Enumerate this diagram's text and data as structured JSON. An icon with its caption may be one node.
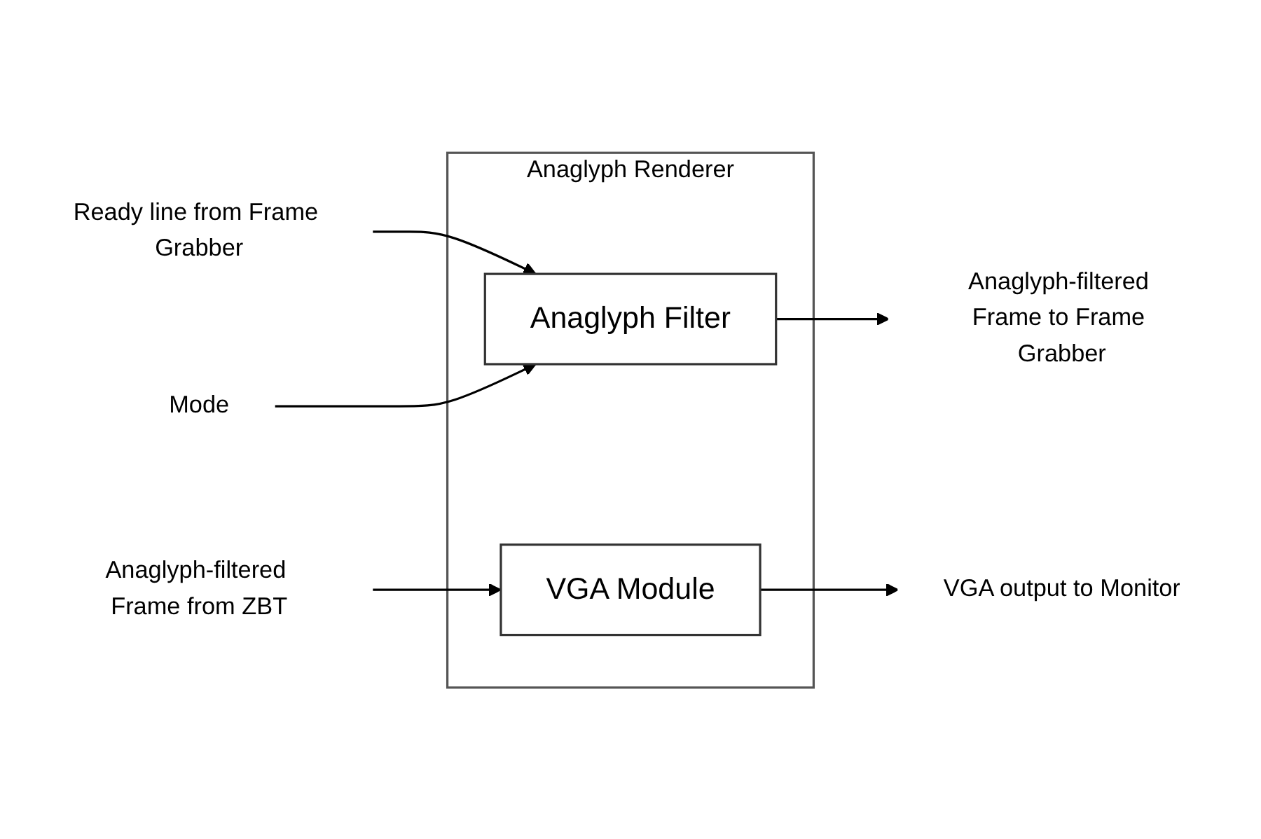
{
  "diagram": {
    "nodes": [
      {
        "text": [
          "Anaglyph Renderer"
        ]
      },
      {
        "text": [
          "Anaglyph Filter"
        ],
        "in": 0
      },
      {
        "text": [
          "VGA Module"
        ],
        "in": 0
      },
      {
        "text": [
          "Ready line from Frame Grabber"
        ]
      },
      {
        "text": [
          "Anaglyph-filtered Frame to Frame Grabber"
        ]
      },
      {
        "text": [
          "Mode"
        ]
      },
      {
        "text": [
          "Anaglyph-filtered Frame from ZBT"
        ]
      },
      {
        "text": [
          "VGA output to Monitor"
        ]
      }
    ],
    "edges": [
      {
        "from": 3,
        "to": 1,
        "arrow": "to"
      },
      {
        "from": 1,
        "to": 4,
        "arrow": "to"
      },
      {
        "from": 5,
        "to": 1,
        "arrow": "to"
      },
      {
        "from": 6,
        "to": 2,
        "arrow": "to"
      },
      {
        "from": 2,
        "to": 7,
        "arrow": "to"
      }
    ]
  }
}
